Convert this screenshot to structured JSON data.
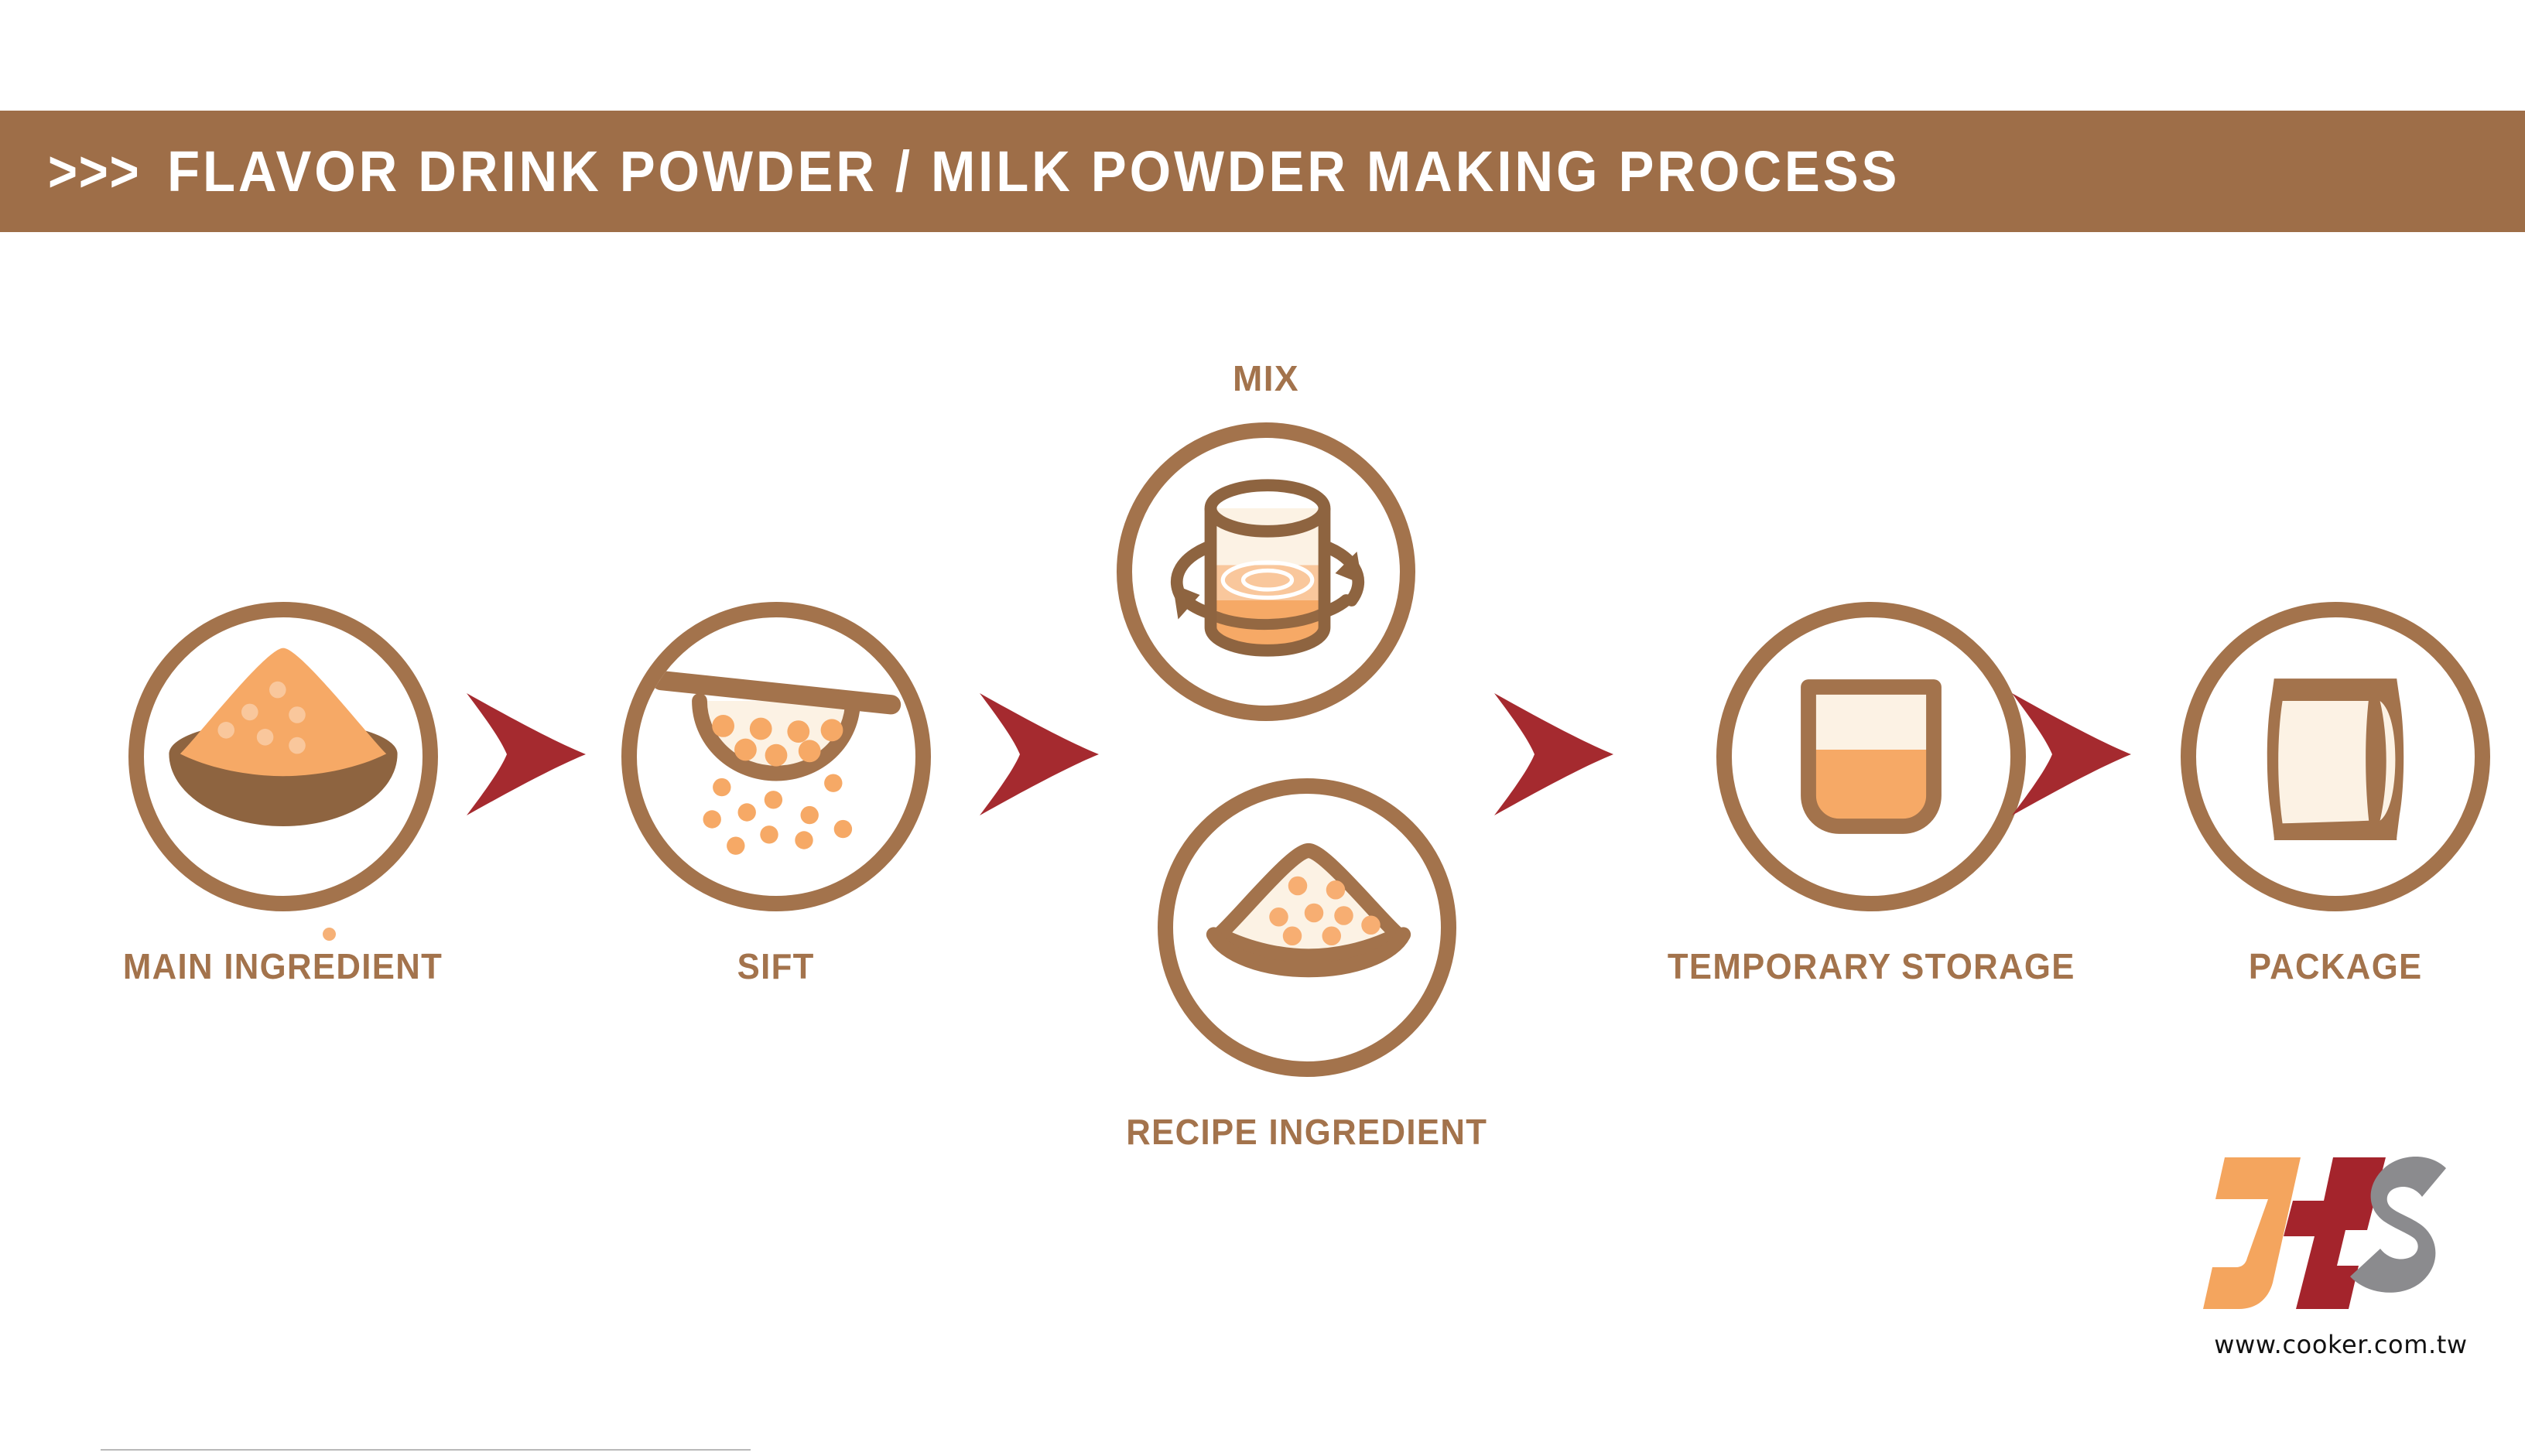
{
  "header": {
    "chevrons": ">>>",
    "title": "FLAVOR DRINK POWDER / MILK POWDER MAKING PROCESS",
    "background_color": "#9E6E48",
    "text_color": "#FFFFFF"
  },
  "palette": {
    "brown": "#A3734C",
    "brown_dark": "#8E6440",
    "orange": "#F6A966",
    "orange_light": "#F9C79C",
    "orange_dot": "#F7AE72",
    "cream": "#FCF2E4",
    "arrow_red": "#A52A2F",
    "logo_orange": "#F4A55E",
    "logo_red": "#A4242C",
    "logo_gray": "#8B8B8E",
    "rule_gray": "#B9B9B9"
  },
  "steps": [
    {
      "id": "main-ingredient",
      "label": "MAIN INGREDIENT",
      "icon": "bowl-of-orange-powder-icon",
      "label_position": "below"
    },
    {
      "id": "sift",
      "label": "SIFT",
      "icon": "sieve-strainer-icon",
      "label_position": "below"
    },
    {
      "id": "mix",
      "label": "MIX",
      "icon": "rotating-mixing-drum-icon",
      "label_position": "above"
    },
    {
      "id": "recipe-ingredient",
      "label": "RECIPE INGREDIENT",
      "icon": "bowl-of-cream-powder-icon",
      "label_position": "below"
    },
    {
      "id": "temporary-storage",
      "label": "TEMPORARY STORAGE",
      "icon": "storage-bin-icon",
      "label_position": "below"
    },
    {
      "id": "package",
      "label": "PACKAGE",
      "icon": "pouch-bag-icon",
      "label_position": "below"
    }
  ],
  "arrows": [
    {
      "id": "arrow-1",
      "from": "main-ingredient",
      "to": "sift"
    },
    {
      "id": "arrow-2",
      "from": "sift",
      "to": "mix"
    },
    {
      "id": "arrow-3",
      "from": "mix",
      "to": "temporary-storage"
    },
    {
      "id": "arrow-4",
      "from": "temporary-storage",
      "to": "package"
    }
  ],
  "logo": {
    "letters": [
      {
        "char": "J",
        "color": "#F4A55E"
      },
      {
        "char": "H",
        "color": "#A4242C"
      },
      {
        "char": "S",
        "color": "#8B8B8E"
      }
    ],
    "url": "www.cooker.com.tw"
  }
}
